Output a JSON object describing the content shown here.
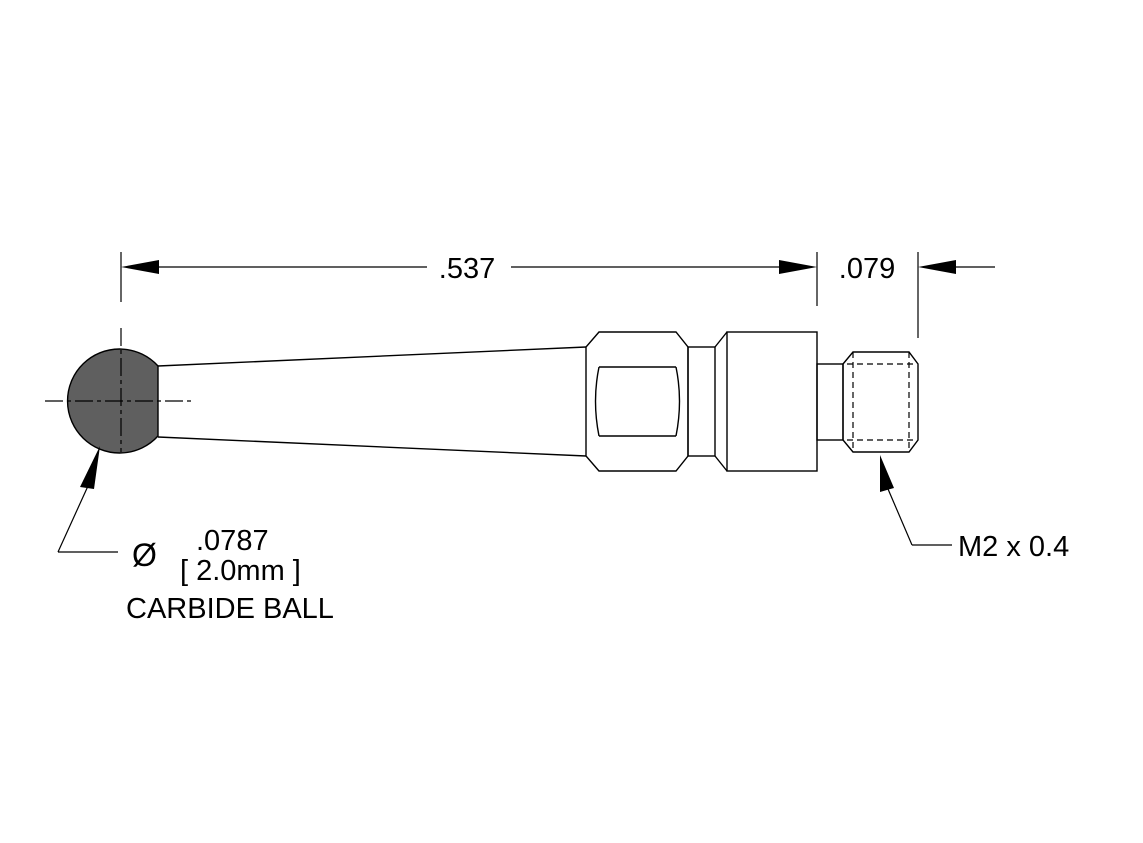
{
  "dimensions": {
    "length_main": ".537",
    "length_thread": ".079"
  },
  "ball_callout": {
    "diameter_symbol": "Ø",
    "diameter_inch": ".0787",
    "diameter_mm": "[ 2.0mm ]",
    "material": "CARBIDE BALL"
  },
  "thread_callout": {
    "spec": "M2 x 0.4"
  },
  "colors": {
    "ball_fill": "#5f5f5f",
    "line": "#000000",
    "background": "#ffffff"
  }
}
